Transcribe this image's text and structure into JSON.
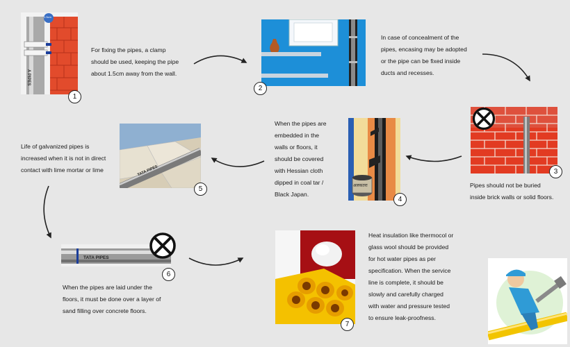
{
  "steps": [
    {
      "number": "1",
      "text": "For fixing the pipes, a clamp\nshould be used, keeping the pipe\nabout 1.5cm away from the wall."
    },
    {
      "number": "2",
      "text": "In case of concealment of the\npipes, encasing may be adopted\nor the pipe can be fixed inside\nducts and recesses."
    },
    {
      "number": "3",
      "text": "Pipes should not be buried\ninside brick walls or solid floors."
    },
    {
      "number": "4",
      "text": "When the pipes are\nembedded in the\nwalls or floors, it\nshould be covered\nwith Hessian cloth\ndipped in coal tar /\nBlack Japan."
    },
    {
      "number": "5",
      "text": "Life of galvanized pipes is\nincreased when it is not in direct\ncontact with lime mortar or lime"
    },
    {
      "number": "6",
      "text": "When the pipes are laid under the\nfloors, it must be done over a layer of\nsand filling over concrete floors."
    },
    {
      "number": "7",
      "text": "Heat insulation like thermocol or\nglass wool should be provided\nfor hot water pipes as per\nspecification. When the service\nline is complete, it should be\nslowly and carefully charged\nwith water and pressure tested\nto ensure leak-proofness."
    }
  ],
  "labels": {
    "clamp_tag": "1.5cm",
    "pipe_brand_vertical": "A PIPES",
    "pipe_brand_5": "TATA PIPES",
    "pipe_brand_6": "TATA PIPES",
    "can_label": "अलकतरा"
  },
  "colors": {
    "background": "#e7e7e7",
    "brick": "#e8402a",
    "pipe_steel": "#9a9a9a",
    "insulation": "#f5c000",
    "wall_blue": "#1d8fd8",
    "cross_mark": "#111111"
  }
}
